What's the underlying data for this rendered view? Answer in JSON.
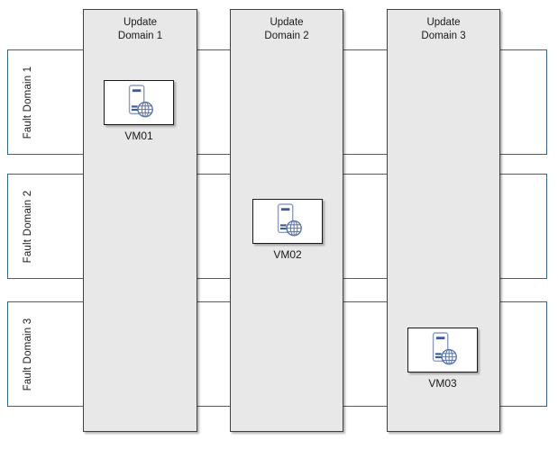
{
  "update_domains": [
    {
      "name": "update-domain-1",
      "lines": [
        "Update",
        "Domain 1"
      ]
    },
    {
      "name": "update-domain-2",
      "lines": [
        "Update",
        "Domain 2"
      ]
    },
    {
      "name": "update-domain-3",
      "lines": [
        "Update",
        "Domain 3"
      ]
    }
  ],
  "fault_domains": [
    {
      "name": "fault-domain-1",
      "label": "Fault Domain 1"
    },
    {
      "name": "fault-domain-2",
      "label": "Fault Domain 2"
    },
    {
      "name": "fault-domain-3",
      "label": "Fault Domain 3"
    }
  ],
  "vms": [
    {
      "name": "vm01",
      "label": "VM01",
      "icon": "vm-server-globe-icon"
    },
    {
      "name": "vm02",
      "label": "VM02",
      "icon": "vm-server-globe-icon"
    },
    {
      "name": "vm03",
      "label": "VM03",
      "icon": "vm-server-globe-icon"
    }
  ],
  "colors": {
    "background": "#ffffff",
    "update_domain_fill": "#e8e8e8",
    "update_domain_border": "#404040",
    "fault_domain_fill": "#ffffff",
    "fault_domain_border": "#336688",
    "vm_box_fill": "#ffffff",
    "vm_box_border": "#1a1a1a",
    "icon_outline": "#8e9dbd",
    "icon_accent": "#3d5c9c",
    "icon_globe": "#5f77a6",
    "text": "#1a1a1a"
  }
}
